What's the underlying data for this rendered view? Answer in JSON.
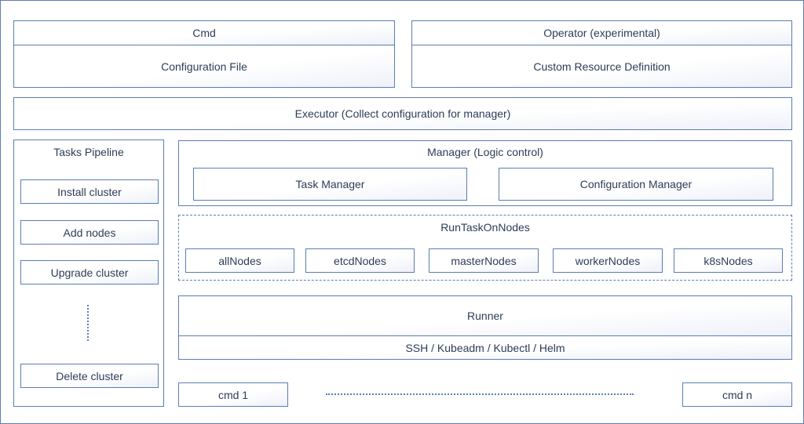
{
  "top": {
    "cmd": {
      "title": "Cmd",
      "body": "Configuration File"
    },
    "operator": {
      "title": "Operator (experimental)",
      "body": "Custom Resource Definition"
    }
  },
  "executor": {
    "label": "Executor (Collect configuration for manager)"
  },
  "tasks_pipeline": {
    "title": "Tasks Pipeline",
    "items": [
      "Install cluster",
      "Add nodes",
      "Upgrade cluster",
      "Delete cluster"
    ]
  },
  "manager": {
    "title": "Manager (Logic control)",
    "task_manager": "Task Manager",
    "configuration_manager": "Configuration Manager"
  },
  "run_task_on_nodes": {
    "title": "RunTaskOnNodes",
    "nodes": [
      "allNodes",
      "etcdNodes",
      "masterNodes",
      "workerNodes",
      "k8sNodes"
    ]
  },
  "runner": {
    "title": "Runner",
    "tools": "SSH / Kubeadm / Kubectl / Helm"
  },
  "commands": {
    "first": "cmd 1",
    "last": "cmd n"
  }
}
